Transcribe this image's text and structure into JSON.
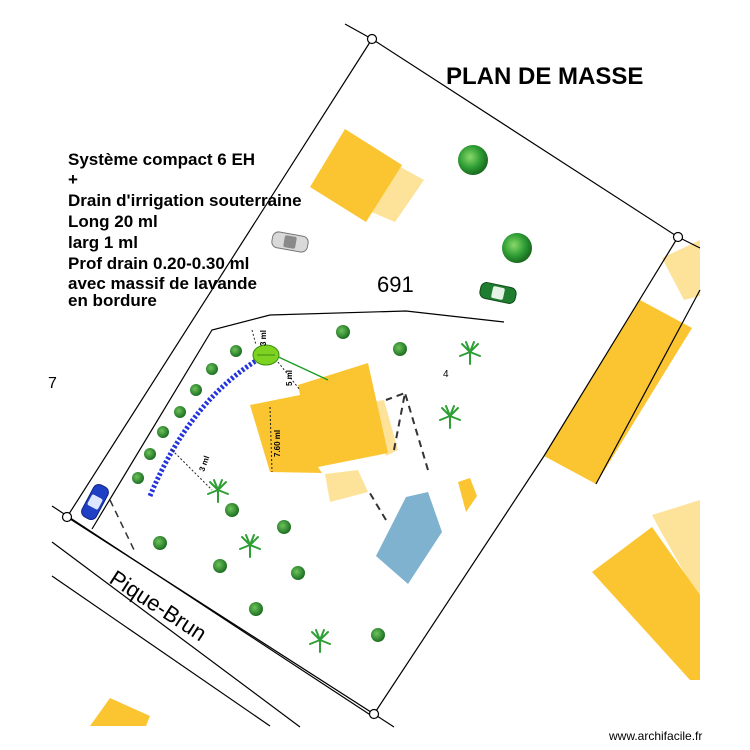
{
  "plan": {
    "title": "PLAN DE MASSE",
    "notes": [
      "Système compact 6 EH",
      "+",
      "Drain d'irrigation souterraine",
      "Long 20 ml",
      "larg 1 ml",
      "Prof drain 0.20-0.30 ml",
      "avec massif de lavande",
      "en bordure"
    ],
    "parcel_number": "691",
    "road_name": "Pique-Brun",
    "lot_label": "4",
    "edge_mark": "7",
    "dimensions": {
      "top_gap": "3 ml",
      "house_gap": "5 ml",
      "house_depth": "7.60 ml",
      "drain_offset": "3 ml"
    },
    "watermark": "www.archifacile.fr"
  },
  "colors": {
    "building": "#fbc531",
    "building_light": "#fde29a",
    "pool": "#7fb2cf",
    "drain": "#2233dd",
    "tree": "#2e9e35",
    "car_grey": "#c9c9c9",
    "car_green": "#1e7d2e",
    "car_blue": "#1f3fc4"
  },
  "icons": [
    "tree-icon",
    "shrub-icon",
    "car-icon",
    "septic-tank-icon"
  ]
}
